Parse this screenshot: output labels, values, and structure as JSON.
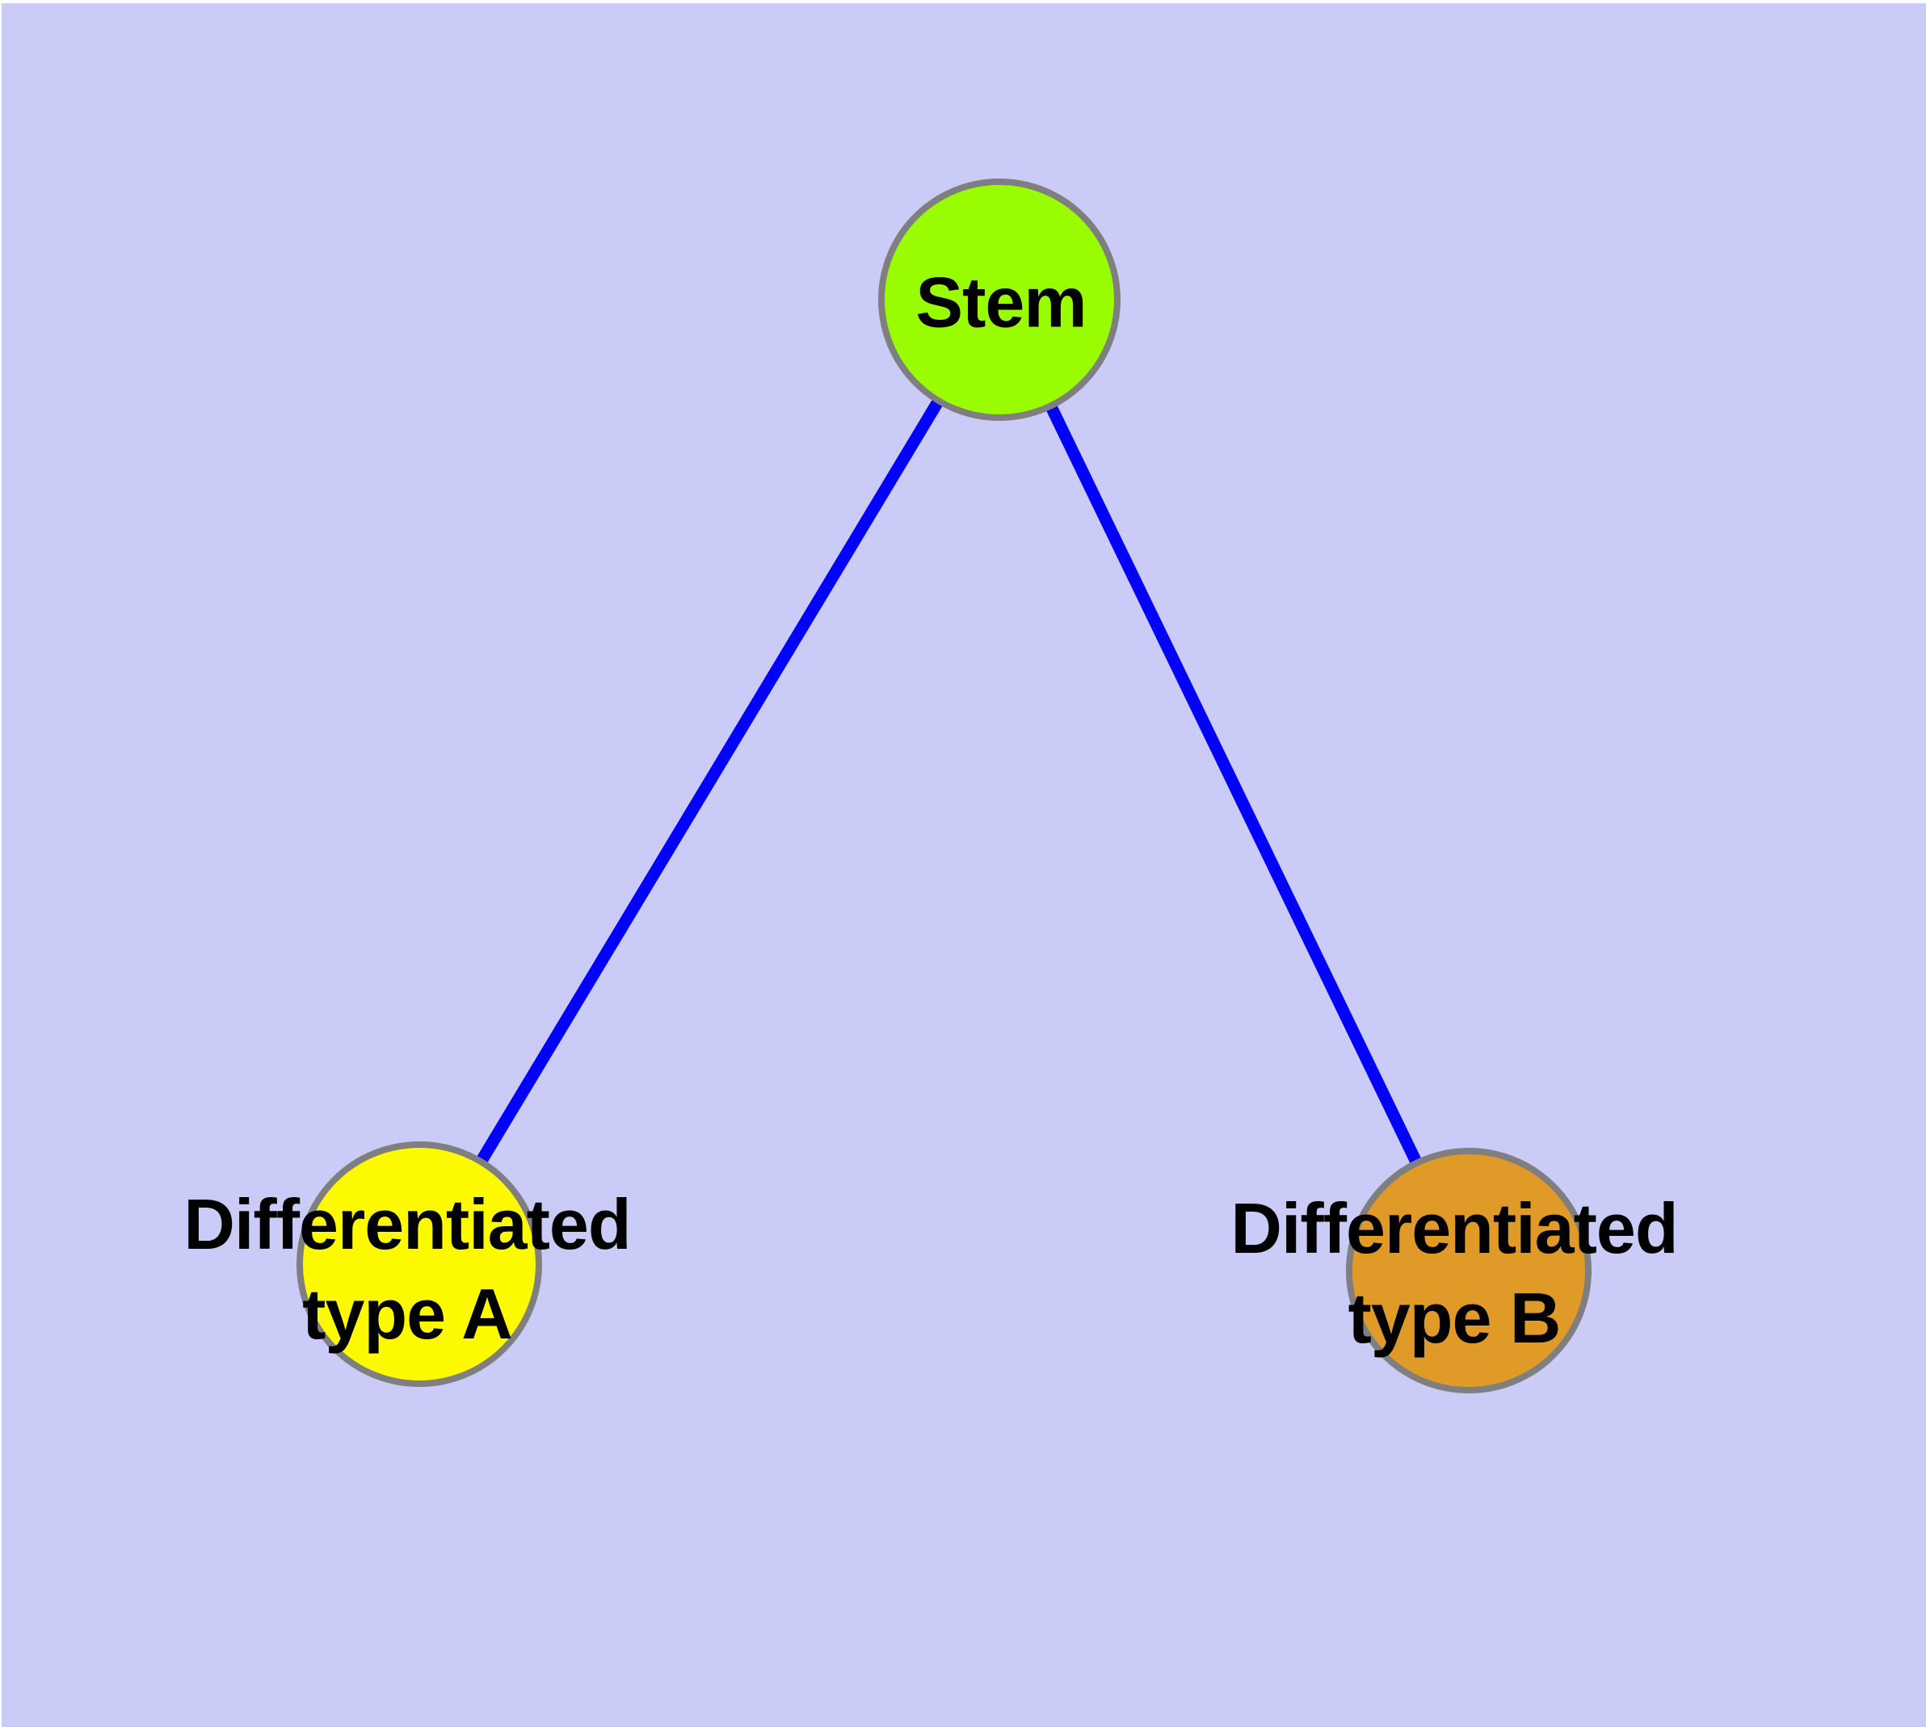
{
  "diagram": {
    "background_color": "#CBCBF7",
    "margin_color": "#FFFFFF",
    "edge_color": "#0202FC",
    "node_border_color": "#7F7F7F",
    "label_color": "#000000",
    "nodes": [
      {
        "id": "stem",
        "label_line1": "Stem",
        "fill_color": "#9AFC00"
      },
      {
        "id": "differentiated-type-a",
        "label_line1": "Differentiated",
        "label_line2": "type A",
        "fill_color": "#FDFA00"
      },
      {
        "id": "differentiated-type-b",
        "label_line1": "Differentiated",
        "label_line2": "type B",
        "fill_color": "#E09A28"
      }
    ],
    "edges": [
      {
        "from": "stem",
        "to": "differentiated-type-a"
      },
      {
        "from": "stem",
        "to": "differentiated-type-b"
      }
    ]
  }
}
